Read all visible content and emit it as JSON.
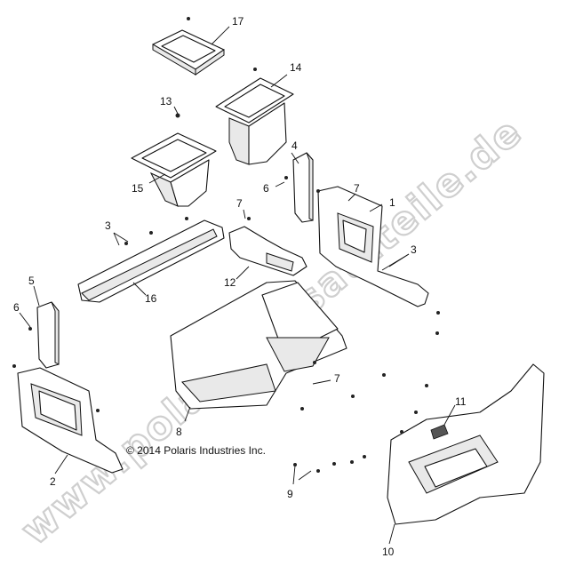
{
  "watermark": "www.polaris-ersatzteile.de",
  "copyright": "© 2014 Polaris Industries Inc.",
  "callouts": [
    {
      "id": "c17",
      "label": "17"
    },
    {
      "id": "c14",
      "label": "14"
    },
    {
      "id": "c13",
      "label": "13"
    },
    {
      "id": "c15",
      "label": "15"
    },
    {
      "id": "c4",
      "label": "4"
    },
    {
      "id": "c6a",
      "label": "6"
    },
    {
      "id": "c7a",
      "label": "7"
    },
    {
      "id": "c1",
      "label": "1"
    },
    {
      "id": "c3a",
      "label": "3"
    },
    {
      "id": "c7b",
      "label": "7"
    },
    {
      "id": "c3b",
      "label": "3"
    },
    {
      "id": "c12",
      "label": "12"
    },
    {
      "id": "c16",
      "label": "16"
    },
    {
      "id": "c5",
      "label": "5"
    },
    {
      "id": "c6b",
      "label": "6"
    },
    {
      "id": "c7c",
      "label": "7"
    },
    {
      "id": "c8",
      "label": "8"
    },
    {
      "id": "c11",
      "label": "11"
    },
    {
      "id": "c2",
      "label": "2"
    },
    {
      "id": "c9",
      "label": "9"
    },
    {
      "id": "c10",
      "label": "10"
    }
  ]
}
